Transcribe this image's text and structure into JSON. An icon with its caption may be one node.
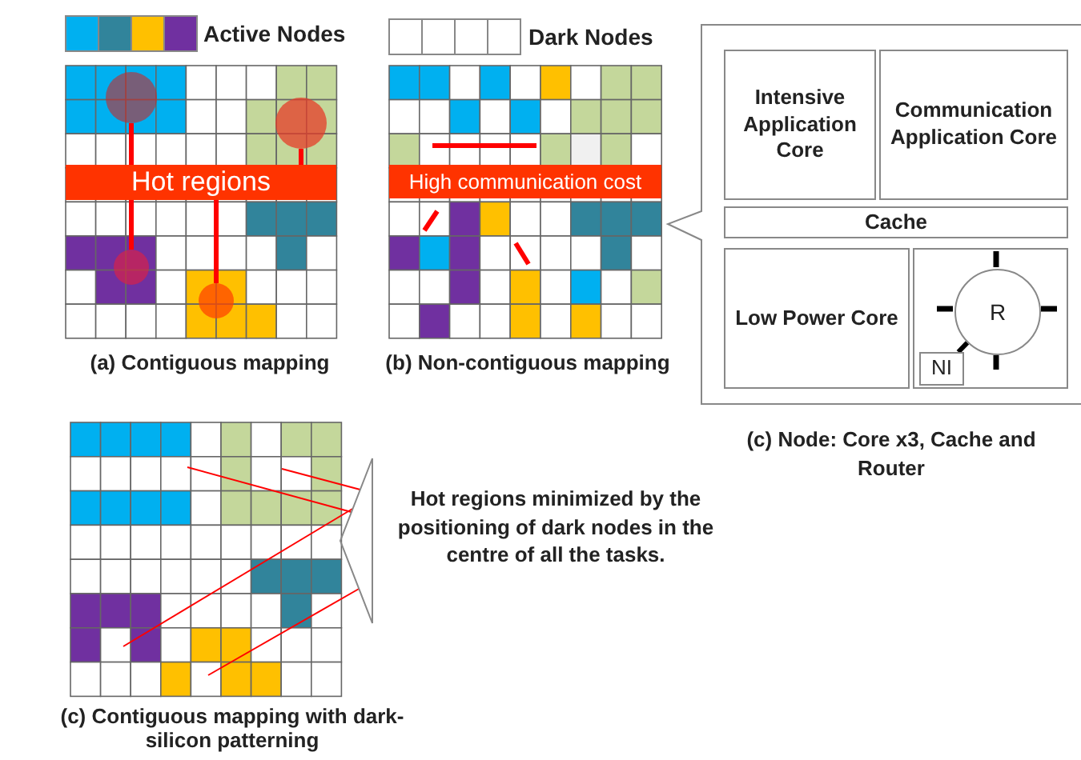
{
  "diagram": {
    "nodes": [
      {
        "text": [
          "Hot regions"
        ]
      },
      {
        "text": [],
        "shape": "circle"
      },
      {
        "text": [],
        "shape": "circle"
      },
      {
        "text": [],
        "shape": "circle"
      },
      {
        "text": [],
        "shape": "circle"
      },
      {
        "text": [
          "High communication cost"
        ]
      },
      {
        "text": [],
        "shape": "box",
        "beside": [
          "(c) Node: Core x3, Cache and Router"
        ]
      },
      {
        "text": [
          "Intensive Application Core"
        ],
        "in": 6
      },
      {
        "text": [
          "Communication Application Core"
        ],
        "in": 6
      },
      {
        "text": [
          "Cache"
        ],
        "in": 6
      },
      {
        "text": [
          "Low Power Core"
        ],
        "in": 6
      },
      {
        "text": [],
        "shape": "box",
        "in": 6
      },
      {
        "text": [
          "R"
        ],
        "in": 11
      },
      {
        "text": [
          "NI"
        ],
        "in": 11
      },
      {
        "text": [],
        "shape": "triangle"
      },
      {
        "text": [
          "Hot regions minimized by the positioning of dark nodes in the centre of all the tasks."
        ]
      }
    ],
    "edges": [
      {
        "from": 1,
        "to": 0,
        "arrow": "none"
      },
      {
        "from": 2,
        "to": 0,
        "arrow": "none"
      },
      {
        "from": 3,
        "to": 0,
        "arrow": "none"
      },
      {
        "from": 4,
        "to": 0,
        "arrow": "none"
      },
      {
        "from": 13,
        "to": 12,
        "arrow": "none",
        "color": "#000000"
      },
      {
        "from": 14,
        "to": null,
        "arrow": "none"
      },
      {
        "from": 14,
        "to": null,
        "arrow": "none"
      },
      {
        "from": 14,
        "to": null,
        "arrow": "none"
      },
      {
        "from": 14,
        "to": null,
        "arrow": "none"
      }
    ],
    "labels": [
      "(a) Contiguous mapping",
      "(b) Non-contiguous mapping",
      "(c) Contiguous mapping with dark-silicon patterning"
    ],
    "legend": [
      {
        "text": "Active Nodes"
      },
      {
        "text": "Dark Nodes"
      }
    ]
  }
}
